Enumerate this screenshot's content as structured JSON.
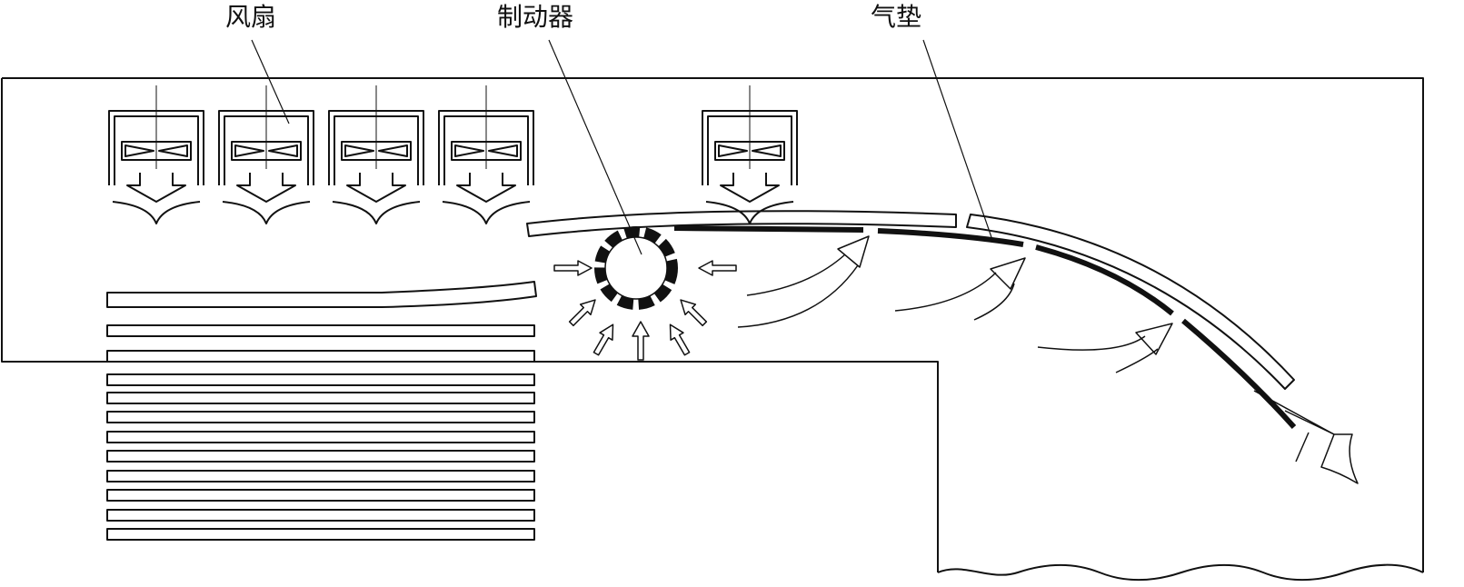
{
  "labels": {
    "fan": "风扇",
    "brake": "制动器",
    "air_cushion": "气垫"
  },
  "colors": {
    "stroke": "#111111",
    "background": "#ffffff"
  }
}
